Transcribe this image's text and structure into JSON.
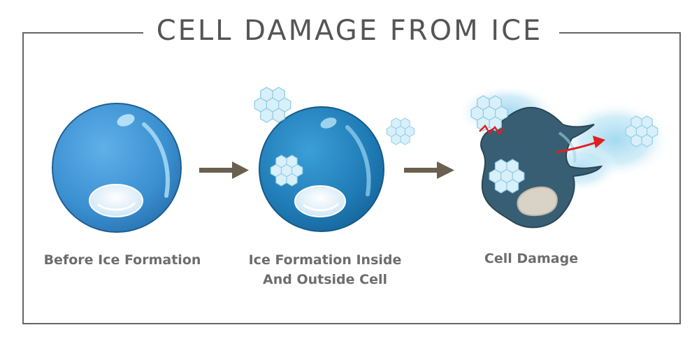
{
  "title": "CELL DAMAGE FROM ICE",
  "stages": [
    {
      "caption_lines": [
        "Before Ice Formation"
      ]
    },
    {
      "caption_lines": [
        "Ice Formation Inside",
        "And Outside Cell"
      ]
    },
    {
      "caption_lines": [
        "Cell Damage"
      ]
    }
  ],
  "colors": {
    "frame": "#666666",
    "title": "#555555",
    "caption": "#6d6d6d",
    "cell_healthy": "#3a8fd0",
    "cell_frozen": "#1f7bb5",
    "cell_damaged": "#385e73",
    "arrow": "#6b5f4f",
    "ice": "#a9d9ee",
    "damage_arrow": "#e02020"
  },
  "icons": [
    "arrow-right-icon",
    "ice-crystal-icon",
    "nucleus-icon"
  ]
}
